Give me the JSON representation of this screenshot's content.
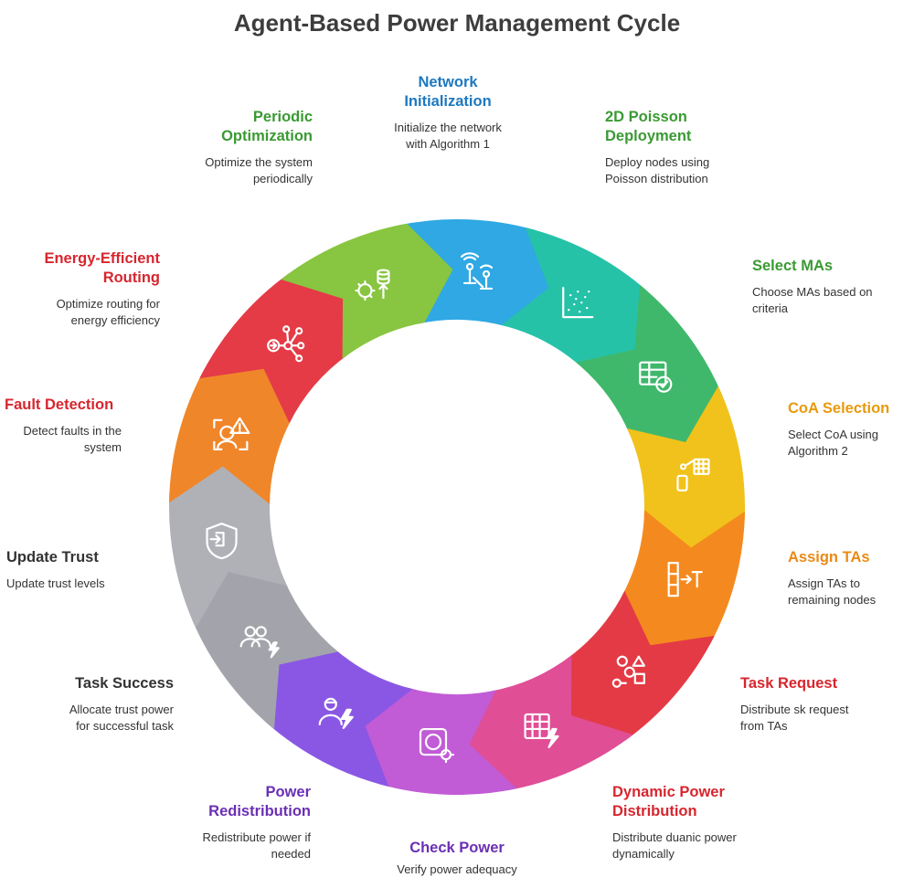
{
  "title": "Agent-Based Power Management Cycle",
  "colors": {
    "blue": "#2fa8e4",
    "teal": "#25c2a8",
    "green1": "#3fb86c",
    "yellowgreen": "#9ccc3a",
    "yellow": "#f1c21b",
    "orange": "#f48a1f",
    "redorange": "#ef5a32",
    "red": "#e43a45",
    "pink": "#e04e96",
    "magenta": "#c15bd6",
    "violet": "#8a57e4",
    "grey1": "#a3a4ab",
    "grey2": "#b0b1b7",
    "orange2": "#f0862a",
    "red2": "#e43b46",
    "green2": "#88c540"
  },
  "steps": [
    {
      "id": "network-initialization",
      "title": "Network\nInitialization",
      "desc": "Initialize the network\nwith Algorithm 1",
      "title_color": "#1d78bf",
      "icon": "antenna-network-icon"
    },
    {
      "id": "2d-poisson-deployment",
      "title": "2D Poisson\nDeployment",
      "desc": "Deploy nodes using\nPoisson distribution",
      "title_color": "#3a9a33",
      "icon": "scatter-plot-icon"
    },
    {
      "id": "select-mas",
      "title": "Select MAs",
      "desc": "Choose MAs based on\ncriteria",
      "title_color": "#3a9a33",
      "icon": "table-check-icon"
    },
    {
      "id": "coa-selection",
      "title": "CoA Selection",
      "desc": "Select CoA using\nAlgorithm 2",
      "title_color": "#e89a0c",
      "icon": "device-grid-icon"
    },
    {
      "id": "assign-tas",
      "title": "Assign TAs",
      "desc": "Assign TAs to\nremaining nodes",
      "title_color": "#ea8a16",
      "icon": "assign-arrow-icon"
    },
    {
      "id": "task-request",
      "title": "Task Request",
      "desc": "Distribute sk request\nfrom TAs",
      "title_color": "#d7262e",
      "icon": "shapes-flow-icon"
    },
    {
      "id": "dynamic-power-distribution",
      "title": "Dynamic Power\nDistribution",
      "desc": "Distribute duanic power\ndynamically",
      "title_color": "#d7262e",
      "icon": "grid-lightning-icon"
    },
    {
      "id": "check-power",
      "title": "Check Power",
      "desc": "Verify power adequacy",
      "title_color": "#6a2fb5",
      "icon": "outlet-gear-icon"
    },
    {
      "id": "power-redistribution",
      "title": "Power\nRedistribution",
      "desc": "Redistribute power if\nneeded",
      "title_color": "#6a2fb5",
      "icon": "user-lightning-icon"
    },
    {
      "id": "task-success",
      "title": "Task Success",
      "desc": "Allocate trust power\nfor successful task",
      "title_color": "#333333",
      "icon": "users-lightning-icon"
    },
    {
      "id": "update-trust",
      "title": "Update Trust",
      "desc": "Update trust levels",
      "title_color": "#333333",
      "icon": "shield-enter-icon"
    },
    {
      "id": "fault-detection",
      "title": "Fault Detection",
      "desc": "Detect faults in the\nsystem",
      "title_color": "#d7262e",
      "icon": "face-warning-icon"
    },
    {
      "id": "energy-efficient-routing",
      "title": "Energy-Efficient\nRouting",
      "desc": "Optimize routing for\nenergy efficiency",
      "title_color": "#d7262e",
      "icon": "routing-nodes-icon"
    },
    {
      "id": "periodic-optimization",
      "title": "Periodic\nOptimization",
      "desc": "Optimize the system\nperiodically",
      "title_color": "#3a9a33",
      "icon": "gear-database-icon"
    }
  ]
}
